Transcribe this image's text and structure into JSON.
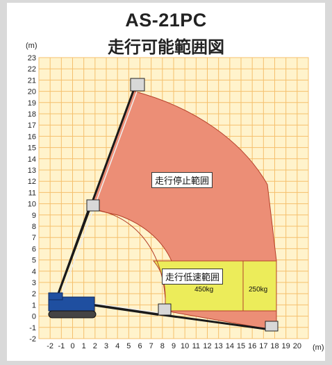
{
  "title": "AS-21PC",
  "subtitle": "走行可能範囲図",
  "y_unit": "(m)",
  "x_unit": "(m)",
  "y_ticks": [
    "23",
    "22",
    "21",
    "20",
    "19",
    "18",
    "17",
    "16",
    "15",
    "14",
    "13",
    "12",
    "11",
    "10",
    "9",
    "8",
    "7",
    "6",
    "5",
    "4",
    "3",
    "2",
    "1",
    "0",
    "-1",
    "-2"
  ],
  "x_ticks": [
    "-2",
    "-1",
    "0",
    "1",
    "2",
    "3",
    "4",
    "5",
    "6",
    "7",
    "8",
    "9",
    "10",
    "11",
    "12",
    "13",
    "14",
    "15",
    "16",
    "17",
    "18",
    "19",
    "20"
  ],
  "zones": {
    "stop": "走行停止範囲",
    "slow": "走行低速範囲",
    "load_450": "450kg",
    "load_250": "250kg"
  },
  "colors": {
    "grid": "#f5c06d",
    "grid_bg": "#fff3cc",
    "stop_zone": "#ec8e76",
    "slow_zone": "#ecec5a",
    "machine": "#1f4fa0"
  }
}
